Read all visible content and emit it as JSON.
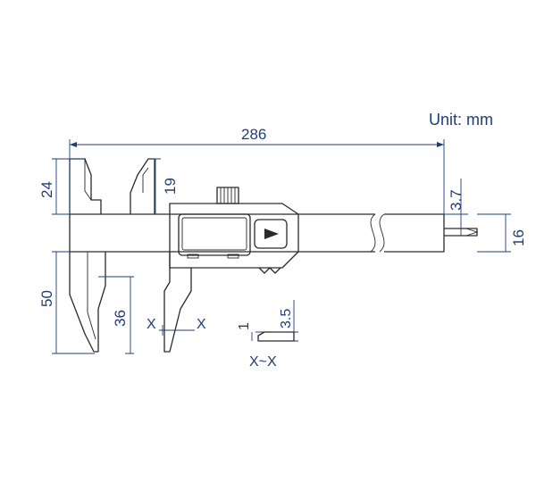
{
  "unit_label": "Unit: mm",
  "dimensions": {
    "overall_length": "286",
    "inside_jaw_depth": "24",
    "inside_jaw_gap": "19",
    "depth_rod_thickness": "3.7",
    "beam_height": "16",
    "outside_jaw_depth": "50",
    "outside_jaw_gap": "36",
    "section_step": "1",
    "section_height": "3.5"
  },
  "section": {
    "cut_left": "X",
    "cut_right": "X",
    "view_label": "X~X"
  },
  "colors": {
    "dimension": "#1f3d7a",
    "outline": "#2a2a2a",
    "background": "#ffffff"
  }
}
